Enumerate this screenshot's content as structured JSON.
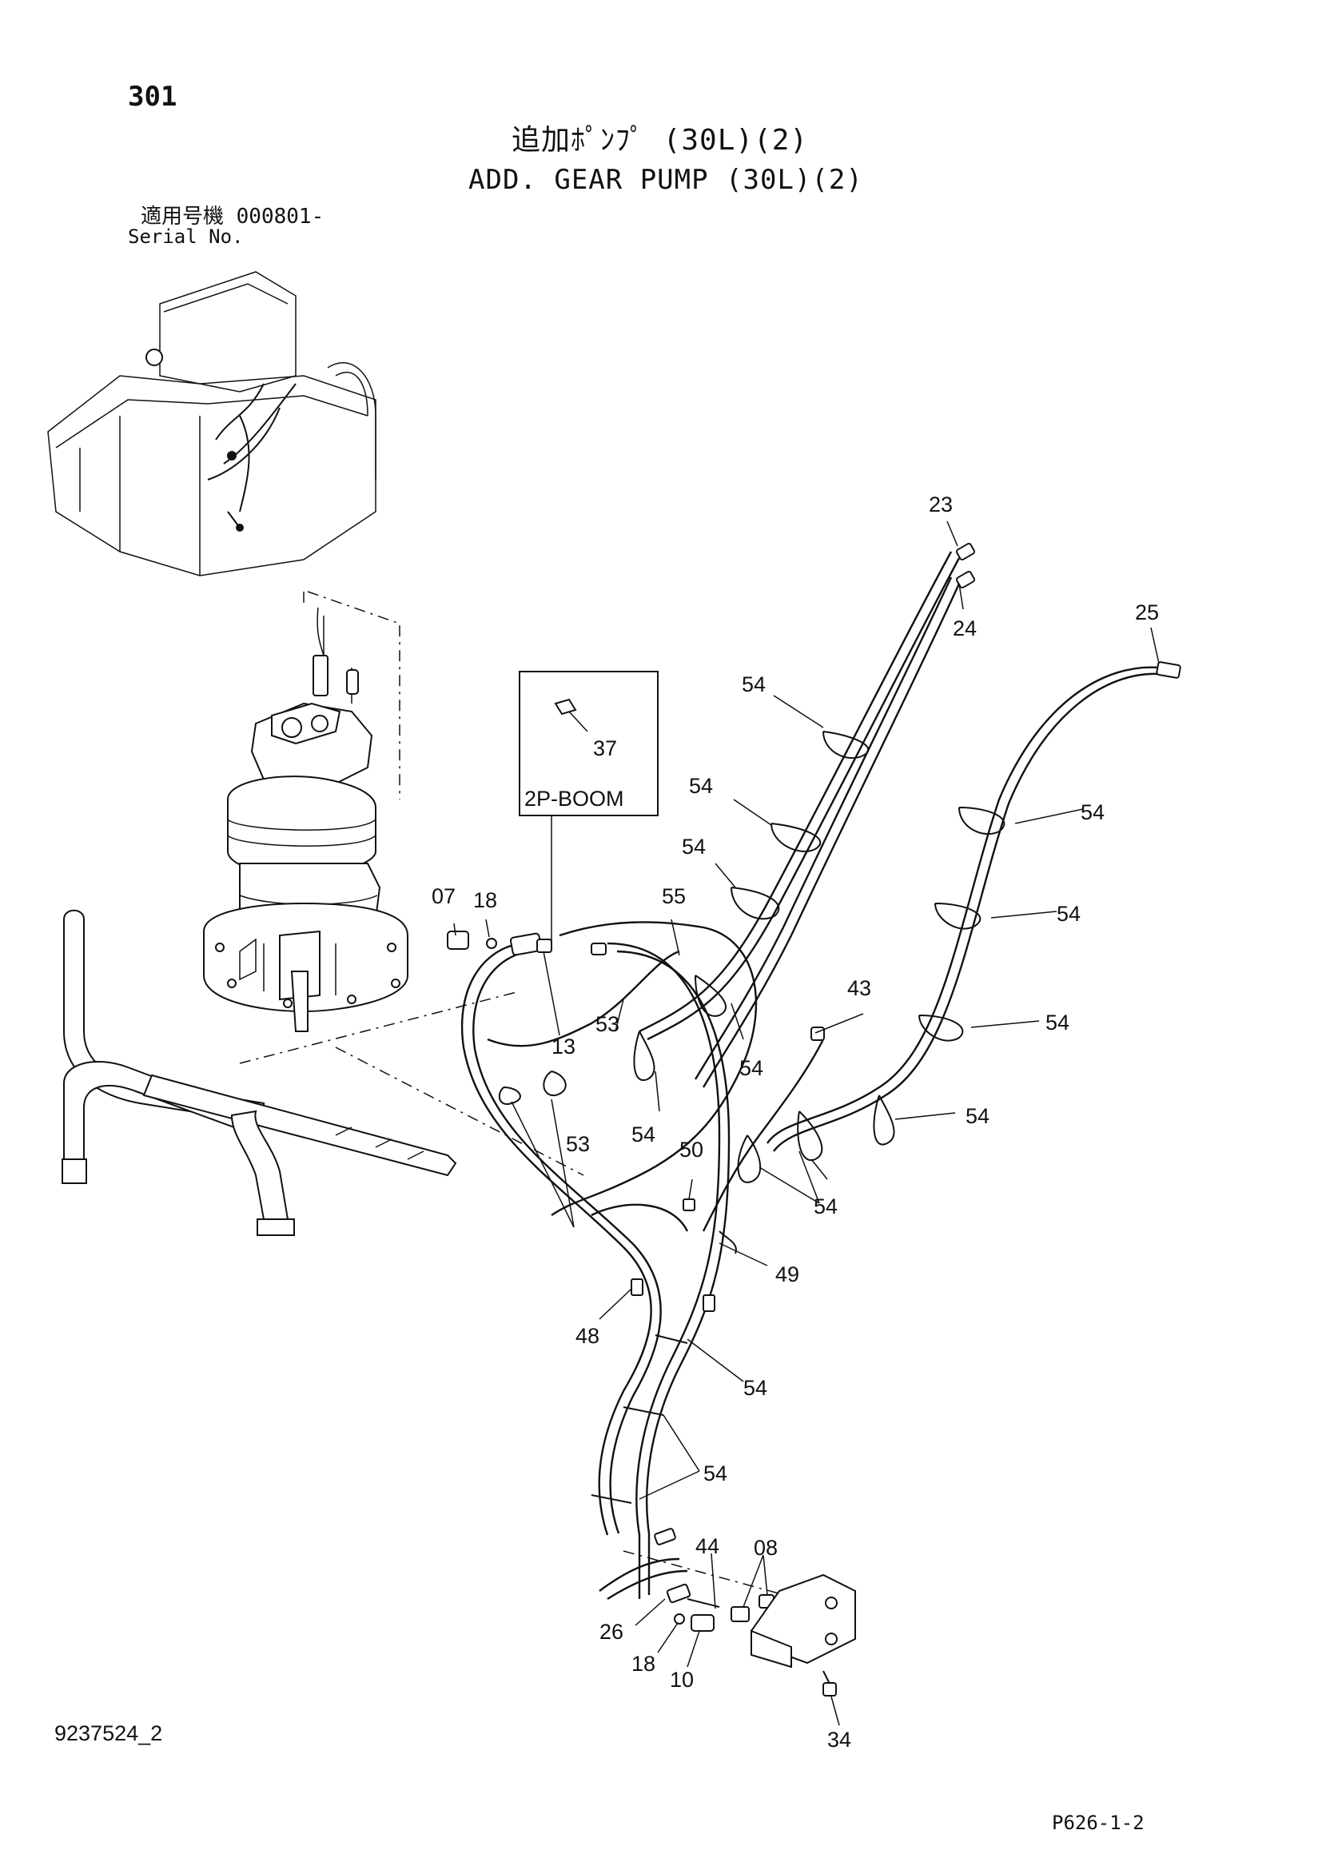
{
  "header": {
    "page_number": "301",
    "title_jp": "追加ﾎﾟﾝﾌﾟ (30L)(2)",
    "title_en": "ADD. GEAR PUMP (30L)(2)",
    "serial_label_jp": "適用号機 000801-",
    "serial_label_en": "Serial No."
  },
  "callouts": {
    "c23": "23",
    "c24": "24",
    "c25": "25",
    "c37": "37",
    "boom_box": "2P-BOOM",
    "c54a": "54",
    "c54b": "54",
    "c54c": "54",
    "c54d": "54",
    "c54e": "54",
    "c54f": "54",
    "c54g": "54",
    "c54h": "54",
    "c54i": "54",
    "c54j": "54",
    "c54k": "54",
    "c54l": "54",
    "c55": "55",
    "c07": "07",
    "c18a": "18",
    "c13": "13",
    "c53a": "53",
    "c53b": "53",
    "c43": "43",
    "c50": "50",
    "c49": "49",
    "c48": "48",
    "c44": "44",
    "c08": "08",
    "c26": "26",
    "c18b": "18",
    "c10": "10",
    "c34": "34"
  },
  "footer": {
    "drawing_number": "9237524_2",
    "page_ref": "P626-1-2"
  }
}
